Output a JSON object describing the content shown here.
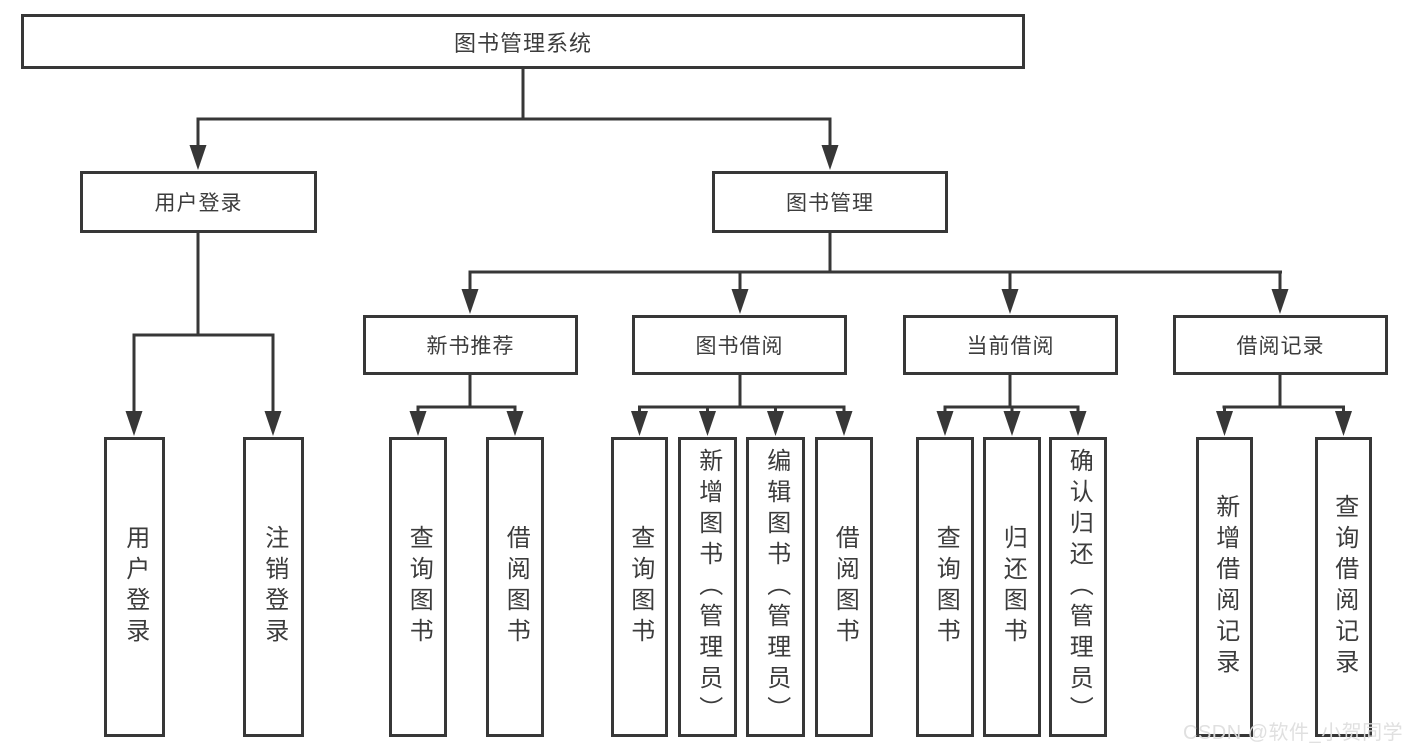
{
  "diagram": {
    "root": "图书管理系统",
    "branches": [
      {
        "label": "用户登录",
        "children": [
          "用户登录",
          "注销登录"
        ]
      },
      {
        "label": "图书管理",
        "sections": [
          {
            "label": "新书推荐",
            "children": [
              "查询图书",
              "借阅图书"
            ]
          },
          {
            "label": "图书借阅",
            "children": [
              "查询图书",
              "新增图书（管理员）",
              "编辑图书（管理员）",
              "借阅图书"
            ]
          },
          {
            "label": "当前借阅",
            "children": [
              "查询图书",
              "归还图书",
              "确认归还（管理员）"
            ]
          },
          {
            "label": "借阅记录",
            "children": [
              "新增借阅记录",
              "查询借阅记录"
            ]
          }
        ]
      }
    ]
  },
  "watermark": {
    "text": "CSDN @软件_小贺同学"
  },
  "colors": {
    "line": "#373737",
    "text": "#3c3c3c",
    "background": "#ffffff",
    "watermark": "#dedede"
  }
}
